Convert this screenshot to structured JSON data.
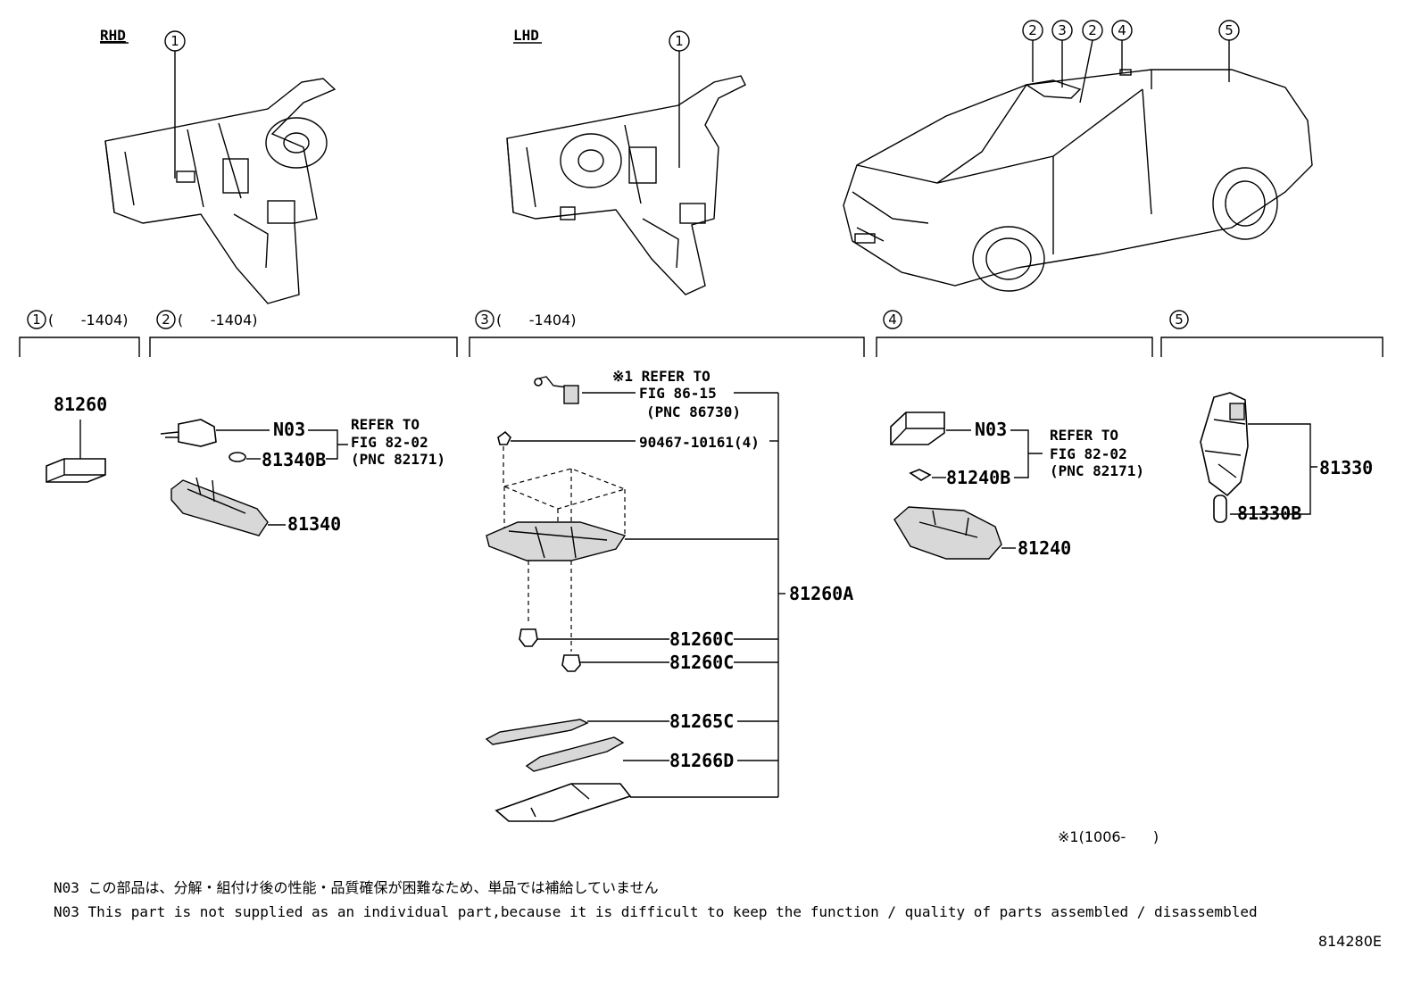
{
  "views": {
    "rhd": {
      "label": "RHD",
      "callout": "1"
    },
    "lhd": {
      "label": "LHD",
      "callout": "1"
    },
    "car": {
      "callouts": [
        "2",
        "3",
        "2",
        "4",
        "5"
      ]
    }
  },
  "sections": [
    {
      "num": "1",
      "range": "(      -1404)"
    },
    {
      "num": "2",
      "range": "(      -1404)"
    },
    {
      "num": "3",
      "range": "(      -1404)"
    },
    {
      "num": "4",
      "range": ""
    },
    {
      "num": "5",
      "range": ""
    }
  ],
  "parts": {
    "s1_lamp": "81260",
    "s2_n03": "N03",
    "s2_bulb": "81340B",
    "s2_lens": "81340",
    "s2_refer": [
      "REFER TO",
      "FIG 82-02",
      "(PNC 82171)"
    ],
    "s3_refer": [
      "※1 REFER TO",
      "FIG 86-15",
      "(PNC 86730)"
    ],
    "s3_screw": "90467-10161(4)",
    "s3_assy": "81260A",
    "s3_bulb1": "81260C",
    "s3_bulb2": "81260C",
    "s3_cover1": "81265C",
    "s3_cover2": "81266D",
    "s4_n03": "N03",
    "s4_bulb": "81240B",
    "s4_lens": "81240",
    "s4_refer": [
      "REFER TO",
      "FIG 82-02",
      "(PNC 82171)"
    ],
    "s5_assy": "81330",
    "s5_bulb": "81330B"
  },
  "footnote": "※1(1006-      )",
  "notes": {
    "jp": "N03 この部品は、分解・組付け後の性能・品質確保が困難なため、単品では補給していません",
    "en": "N03 This part is not supplied as an individual part,because it is difficult to keep the function / quality of parts assembled / disassembled"
  },
  "diagram_id": "814280E"
}
